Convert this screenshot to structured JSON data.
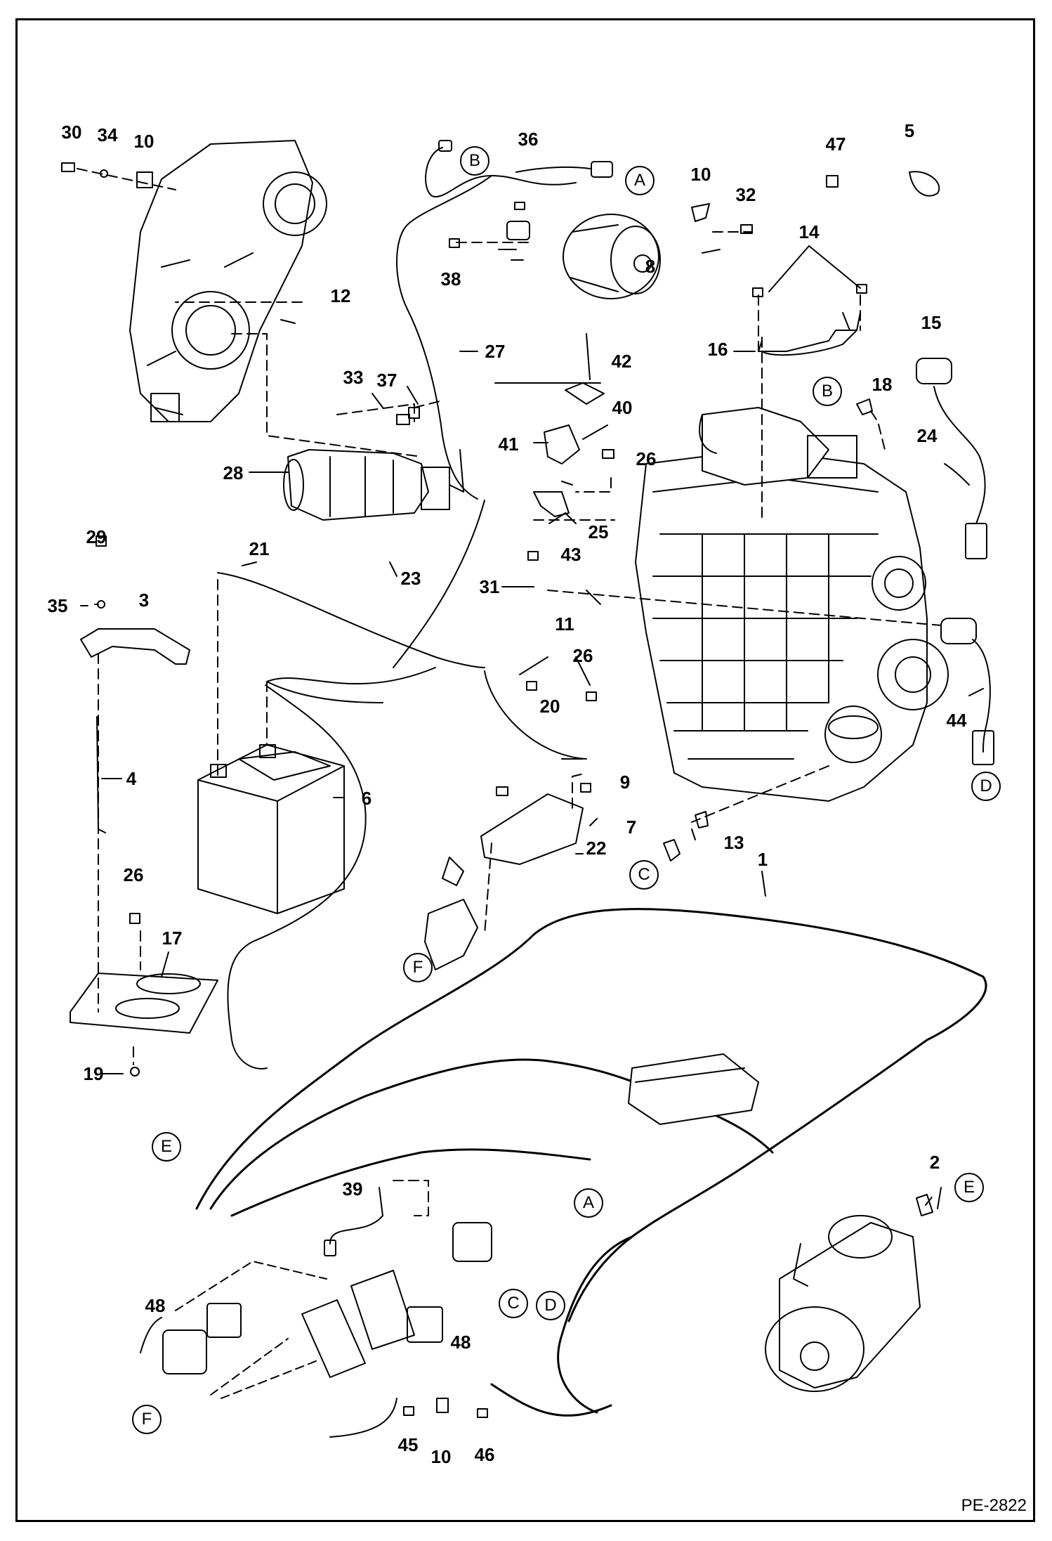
{
  "sheet_id": "PE-2822",
  "callouts": [
    {
      "n": "30"
    },
    {
      "n": "34"
    },
    {
      "n": "10"
    },
    {
      "n": "36"
    },
    {
      "n": "10"
    },
    {
      "n": "32"
    },
    {
      "n": "47"
    },
    {
      "n": "5"
    },
    {
      "n": "38"
    },
    {
      "n": "8"
    },
    {
      "n": "14"
    },
    {
      "n": "12"
    },
    {
      "n": "27"
    },
    {
      "n": "15"
    },
    {
      "n": "42"
    },
    {
      "n": "16"
    },
    {
      "n": "33"
    },
    {
      "n": "37"
    },
    {
      "n": "40"
    },
    {
      "n": "18"
    },
    {
      "n": "24"
    },
    {
      "n": "41"
    },
    {
      "n": "26"
    },
    {
      "n": "28"
    },
    {
      "n": "25"
    },
    {
      "n": "29"
    },
    {
      "n": "21"
    },
    {
      "n": "43"
    },
    {
      "n": "23"
    },
    {
      "n": "31"
    },
    {
      "n": "35"
    },
    {
      "n": "3"
    },
    {
      "n": "11"
    },
    {
      "n": "26"
    },
    {
      "n": "20"
    },
    {
      "n": "44"
    },
    {
      "n": "4"
    },
    {
      "n": "6"
    },
    {
      "n": "9"
    },
    {
      "n": "7"
    },
    {
      "n": "13"
    },
    {
      "n": "22"
    },
    {
      "n": "1"
    },
    {
      "n": "26"
    },
    {
      "n": "17"
    },
    {
      "n": "19"
    },
    {
      "n": "2"
    },
    {
      "n": "39"
    },
    {
      "n": "48"
    },
    {
      "n": "48"
    },
    {
      "n": "45"
    },
    {
      "n": "10"
    },
    {
      "n": "46"
    }
  ],
  "connectors": [
    {
      "letter": "B"
    },
    {
      "letter": "A"
    },
    {
      "letter": "B"
    },
    {
      "letter": "D"
    },
    {
      "letter": "C"
    },
    {
      "letter": "F"
    },
    {
      "letter": "E"
    },
    {
      "letter": "E"
    },
    {
      "letter": "A"
    },
    {
      "letter": "C"
    },
    {
      "letter": "D"
    },
    {
      "letter": "F"
    }
  ]
}
